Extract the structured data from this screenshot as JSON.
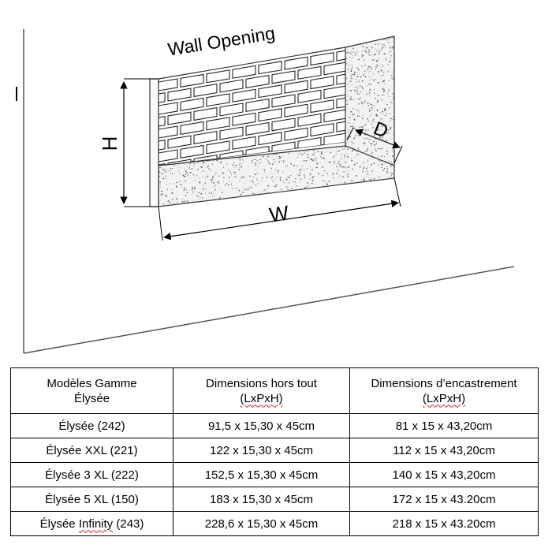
{
  "diagram": {
    "title": "Wall Opening",
    "label_h": "H",
    "label_w": "W",
    "label_d": "D",
    "label_i": "I"
  },
  "table": {
    "headers": [
      [
        "Modèles Gamme",
        "Élysée"
      ],
      [
        "Dimensions hors tout",
        "(LxPxH)"
      ],
      [
        "Dimensions d’encastrement",
        "(LxPxH)"
      ]
    ],
    "rows": [
      {
        "model": "Élysée (242)",
        "overall": "91,5 x 15,30 x 45cm",
        "recess": "81 x 15 x 43,20cm"
      },
      {
        "model": "Élysée XXL (221)",
        "overall": "122 x 15,30 x 45cm",
        "recess": "112 x 15 x 43,20cm"
      },
      {
        "model": "Élysée 3 XL (222)",
        "overall": "152,5 x 15,30 x 45cm",
        "recess": "140 x 15 x 43,20cm"
      },
      {
        "model": "Élysée 5 XL (150)",
        "overall": "183 x 15,30 x 45cm",
        "recess": "172 x 15 x 43.20cm"
      },
      {
        "model_prefix": "Élysée ",
        "model_wavy": "Infinity",
        "model_suffix": " (243)",
        "overall": "228,6 x 15,30 x 45cm",
        "recess": "218 x 15 x 43.20cm"
      }
    ]
  }
}
